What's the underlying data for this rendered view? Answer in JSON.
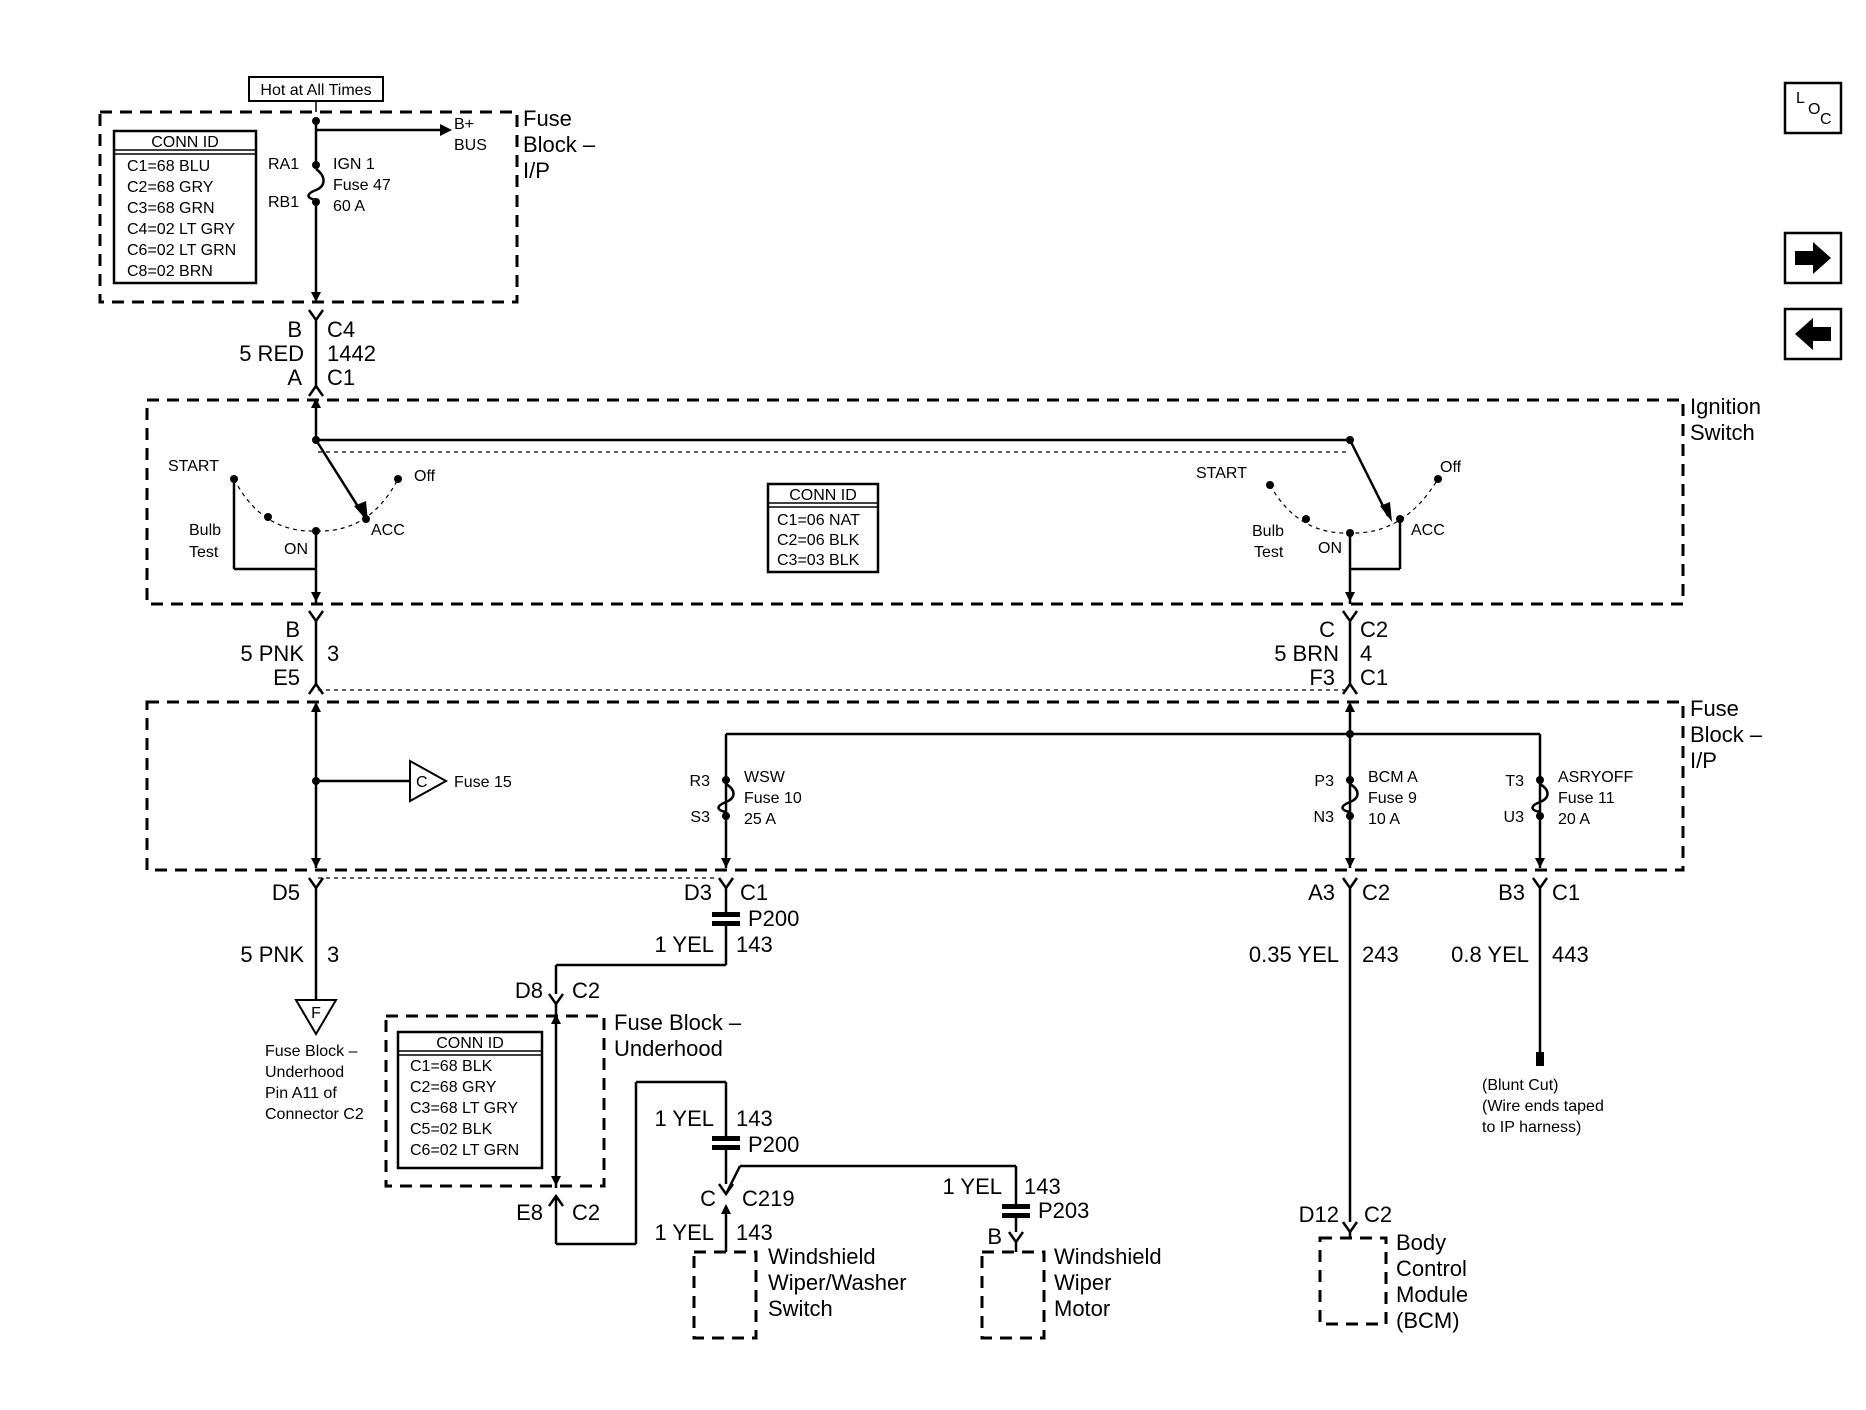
{
  "nav": {
    "loc_l": "L",
    "loc_o": "O",
    "loc_c": "C",
    "forward_arrow": "➜",
    "back_arrow": "⬅"
  },
  "fuse_block_top": {
    "hot_label": "Hot at All Times",
    "title": [
      "Fuse",
      "Block –",
      "I/P"
    ],
    "conn_id_header": "CONN ID",
    "conn_ids": [
      "C1=68 BLU",
      "C2=68 GRY",
      "C3=68 GRN",
      "C4=02 LT GRY",
      "C6=02 LT GRN",
      "C8=02 BRN"
    ],
    "bplus": "B+",
    "bus": "BUS",
    "ra1": "RA1",
    "rb1": "RB1",
    "fuse_lines": [
      "IGN 1",
      "Fuse 47",
      "60 A"
    ]
  },
  "wire_1442": {
    "pin_top": "B",
    "conn_top": "C4",
    "wire": "5 RED",
    "circuit": "1442",
    "pin_bottom": "A",
    "conn_bottom": "C1"
  },
  "ignition_switch": {
    "title": [
      "Ignition",
      "Switch"
    ],
    "conn_id_header": "CONN ID",
    "conn_ids": [
      "C1=06 NAT",
      "C2=06 BLK",
      "C3=03 BLK"
    ],
    "left": {
      "start": "START",
      "off": "Off",
      "bulb": "Bulb",
      "test": "Test",
      "on": "ON",
      "acc": "ACC"
    },
    "right": {
      "start": "START",
      "off": "Off",
      "bulb": "Bulb",
      "test": "Test",
      "on": "ON",
      "acc": "ACC"
    }
  },
  "wire_pnk_3": {
    "pin_top": "B",
    "wire": "5 PNK",
    "circuit": "3",
    "pin_bottom": "E5"
  },
  "wire_brn_4": {
    "pin_top": "C",
    "conn_top": "C2",
    "wire": "5 BRN",
    "circuit": "4",
    "pin_bottom": "F3",
    "conn_bottom": "C1"
  },
  "fuse_block_mid": {
    "title": [
      "Fuse",
      "Block –",
      "I/P"
    ],
    "fuse15": "Fuse 15",
    "fuse15_tag": "C",
    "wsw": {
      "pin_top": "R3",
      "pin_bottom": "S3",
      "lines": [
        "WSW",
        "Fuse 10",
        "25 A"
      ]
    },
    "bcm": {
      "pin_top": "P3",
      "pin_bottom": "N3",
      "lines": [
        "BCM A",
        "Fuse 9",
        "10 A"
      ]
    },
    "asr": {
      "pin_top": "T3",
      "pin_bottom": "U3",
      "lines": [
        "ASRYOFF",
        "Fuse 11",
        "20 A"
      ]
    }
  },
  "outputs": {
    "d5": "D5",
    "pnk_wire": "5 PNK",
    "pnk_circuit": "3",
    "f_tag": "F",
    "f_desc": [
      "Fuse Block –",
      "Underhood",
      "Pin A11 of",
      "Connector C2"
    ],
    "d3": "D3",
    "d3_conn": "C1",
    "p200a": "P200",
    "yel1": "1 YEL",
    "yel1_circuit": "143",
    "a3": "A3",
    "a3_conn": "C2",
    "bcm_wire": "0.35 YEL",
    "bcm_circuit": "243",
    "b3": "B3",
    "b3_conn": "C1",
    "asr_wire": "0.8 YEL",
    "asr_circuit": "443",
    "blunt": [
      "(Blunt Cut)",
      "(Wire ends taped",
      "to IP harness)"
    ]
  },
  "underhood": {
    "title": [
      "Fuse Block –",
      "Underhood"
    ],
    "d8": "D8",
    "d8_conn": "C2",
    "e8": "E8",
    "e8_conn": "C2",
    "conn_id_header": "CONN ID",
    "conn_ids": [
      "C1=68 BLK",
      "C2=68 GRY",
      "C3=68 LT GRY",
      "C5=02 BLK",
      "C6=02 LT GRN"
    ]
  },
  "lower": {
    "yel_a": "1 YEL",
    "yel_a_circuit": "143",
    "p200b": "P200",
    "c_pin": "C",
    "c219": "C219",
    "yel_b": "1 YEL",
    "yel_b_circuit": "143",
    "yel_c": "1 YEL",
    "yel_c_circuit": "143",
    "p203": "P203",
    "b_pin": "B",
    "switch_label": [
      "Windshield",
      "Wiper/Washer",
      "Switch"
    ],
    "motor_label": [
      "Windshield",
      "Wiper",
      "Motor"
    ],
    "d12": "D12",
    "d12_conn": "C2",
    "bcm_label": [
      "Body",
      "Control",
      "Module",
      "(BCM)"
    ]
  }
}
